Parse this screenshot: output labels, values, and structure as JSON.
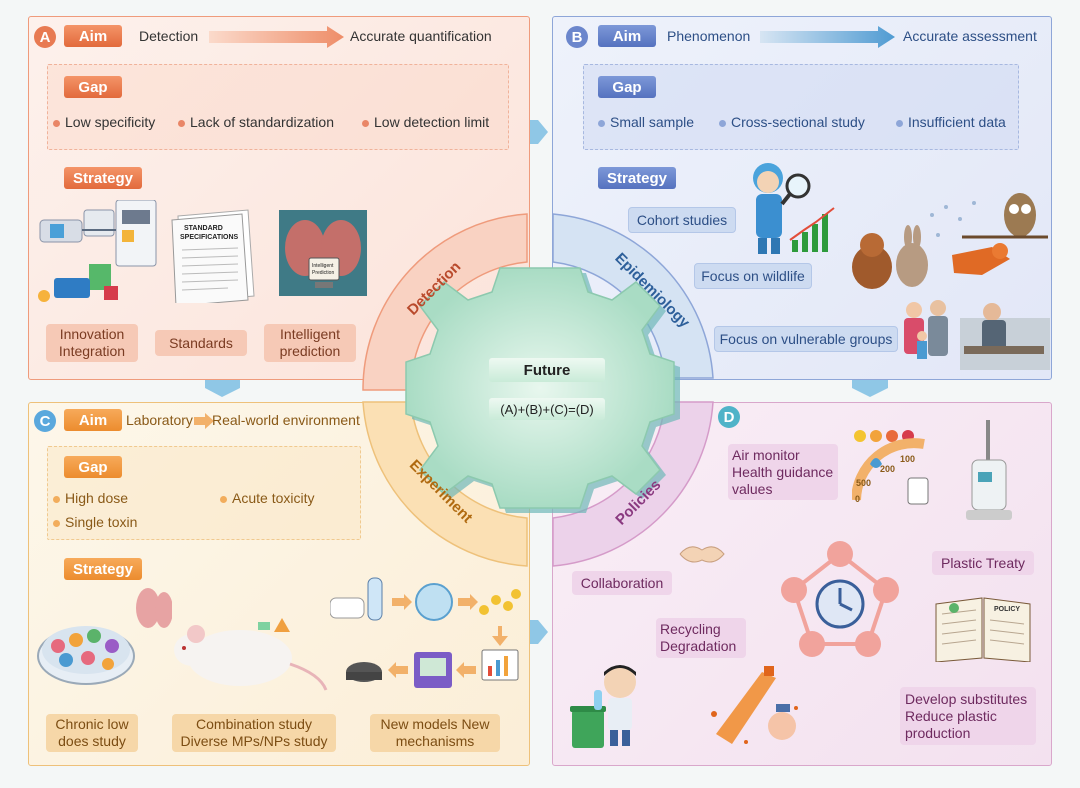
{
  "center": {
    "title": "Future",
    "formula": "(A)+(B)+(C)=(D)"
  },
  "quadrant_labels": {
    "detection": "Detection",
    "epidemiology": "Epidemiology",
    "experiment": "Experiment",
    "policies": "Policies"
  },
  "panelA": {
    "letter": "A",
    "aim_label": "Aim",
    "aim_from": "Detection",
    "aim_to": "Accurate quantification",
    "gap_label": "Gap",
    "gaps": [
      "Low specificity",
      "Lack of standardization",
      "Low detection limit"
    ],
    "strategy_label": "Strategy",
    "strategies": [
      "Innovation Integration",
      "Standards",
      "Intelligent prediction"
    ],
    "doc_title": "STANDARD SPECIFICATIONS",
    "screen_text": "Intelligent Prediction",
    "colors": {
      "accent": "#e26a3c",
      "dot": "#e98667"
    }
  },
  "panelB": {
    "letter": "B",
    "aim_label": "Aim",
    "aim_from": "Phenomenon",
    "aim_to": "Accurate assessment",
    "gap_label": "Gap",
    "gaps": [
      "Small sample",
      "Cross-sectional study",
      "Insufficient data"
    ],
    "strategy_label": "Strategy",
    "strategies": [
      "Cohort studies",
      "Focus on wildlife",
      "Focus on vulnerable groups"
    ],
    "colors": {
      "accent": "#5572bf",
      "dot": "#8ea6d8"
    }
  },
  "panelC": {
    "letter": "C",
    "aim_label": "Aim",
    "aim_from": "Laboratory",
    "aim_to": "Real-world environment",
    "gap_label": "Gap",
    "gaps": [
      "High dose",
      "Acute toxicity",
      "Single toxin"
    ],
    "strategy_label": "Strategy",
    "strategies": [
      "Chronic low does study",
      "Combination study Diverse MPs/NPs study",
      "New models New mechanisms"
    ],
    "colors": {
      "accent": "#ec8c2e",
      "dot": "#f2ad5c"
    }
  },
  "panelD": {
    "letter": "D",
    "items": [
      "Air monitor Health guidance values",
      "Plastic Treaty",
      "Collaboration",
      "Recycling Degradation",
      "Develop substitutes Reduce plastic production"
    ],
    "policy_doc": "POLICY",
    "gauge_numbers": [
      "500",
      "200",
      "100",
      "0"
    ],
    "colors": {
      "accent": "#d59bc9",
      "node": "#f1a39c"
    }
  }
}
